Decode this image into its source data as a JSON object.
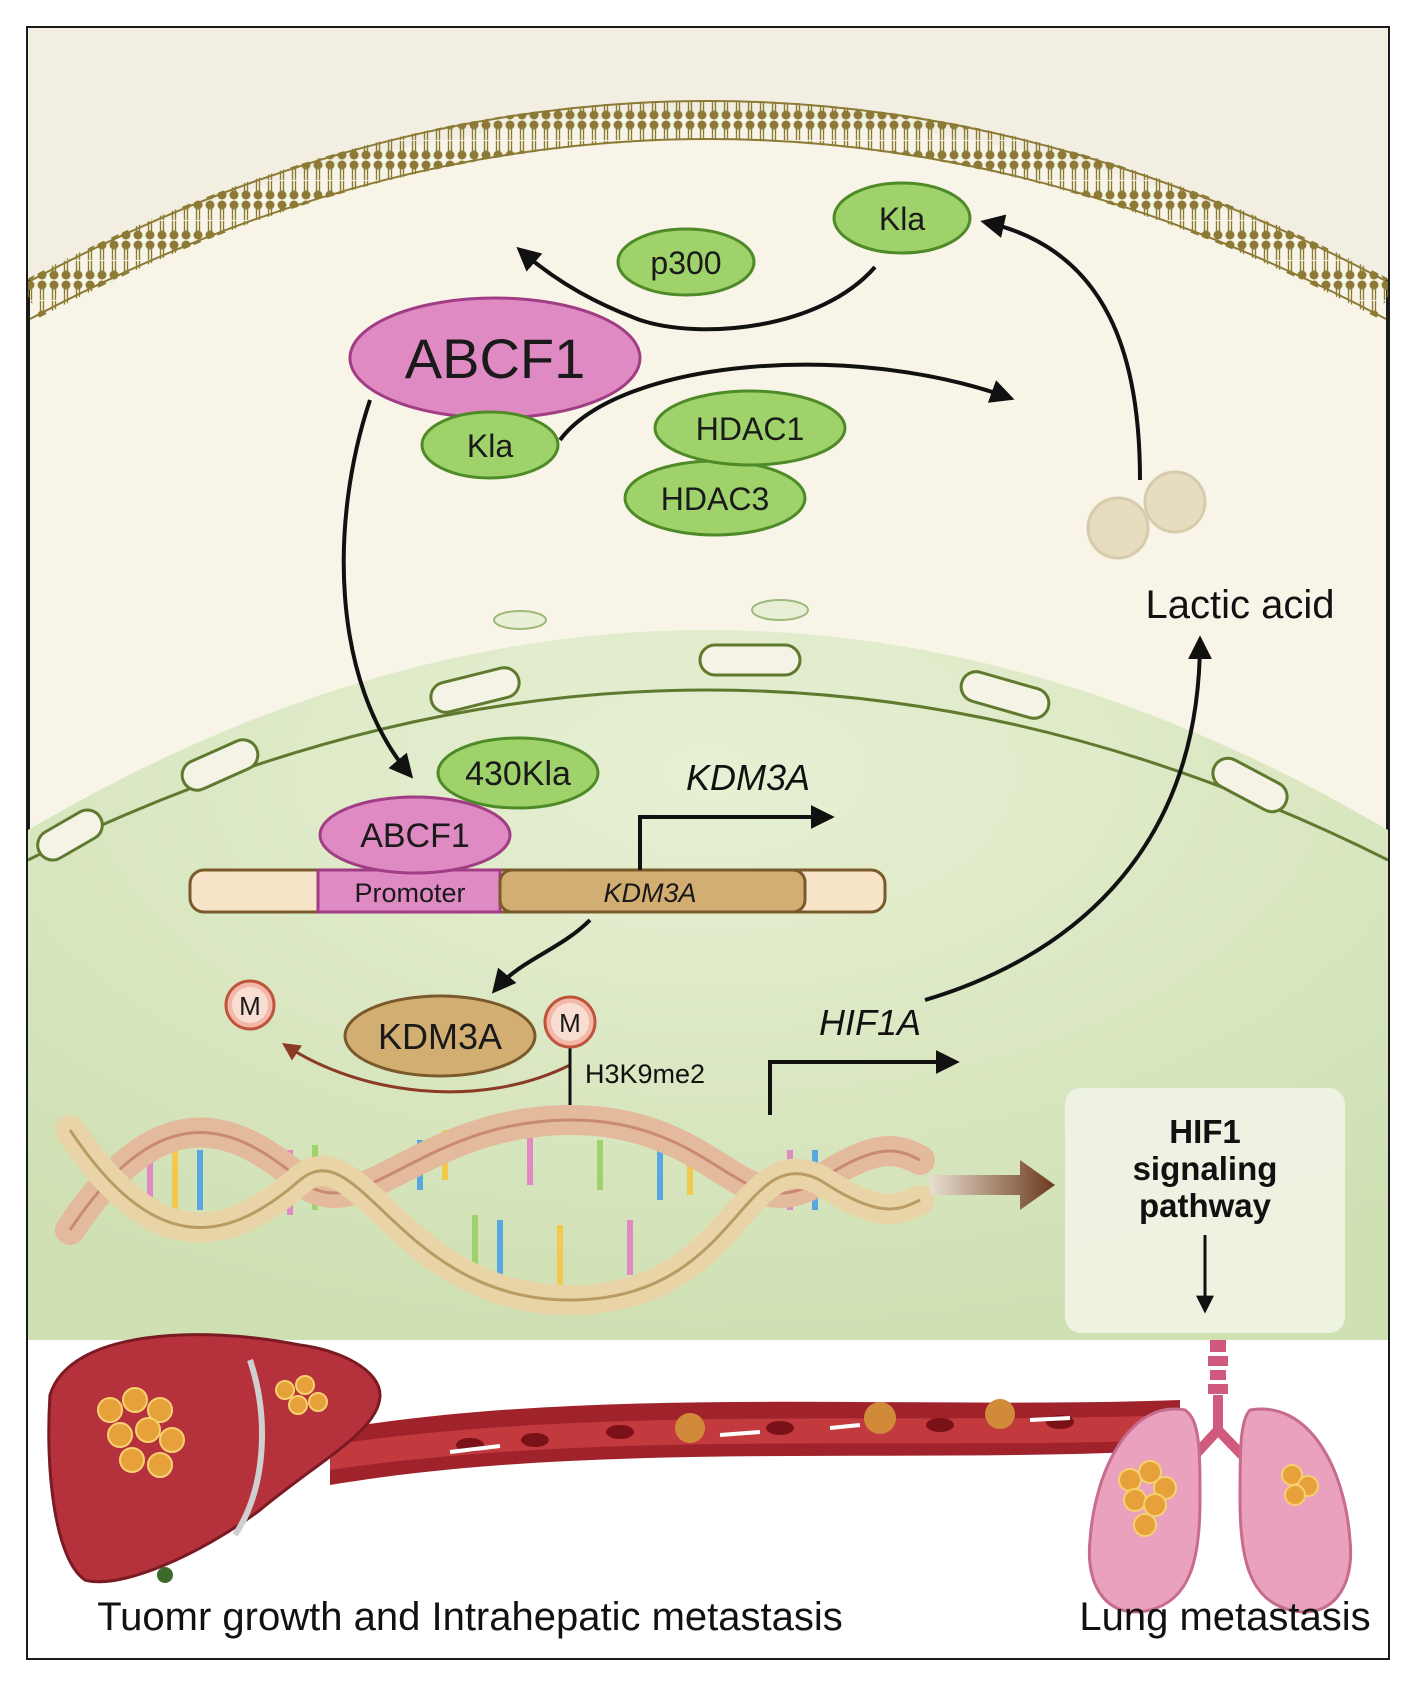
{
  "cytoplasm": {
    "kla_top": "Kla",
    "p300": "p300",
    "abcf1": "ABCF1",
    "kla_bound": "Kla",
    "hdac1": "HDAC1",
    "hdac3": "HDAC3",
    "lactic_acid": "Lactic acid"
  },
  "nucleus": {
    "kla_430": "430Kla",
    "abcf1_small": "ABCF1",
    "promoter": "Promoter",
    "gene_label": "KDM3A",
    "kdm3a_transcript": "KDM3A",
    "kdm3a_protein": "KDM3A",
    "methyl_free": "M",
    "methyl_bound": "M",
    "h3k9me2": "H3K9me2",
    "hif1a": "HIF1A"
  },
  "pathway": {
    "line1": "HIF1",
    "line2": "signaling",
    "line3": "pathway"
  },
  "captions": {
    "left": "Tuomr growth and Intrahepatic metastasis",
    "right": "Lung metastasis"
  },
  "colors": {
    "cell_bg": "#f8f5e8",
    "nucleus_fill": "#d9e7c3",
    "green_blob": "#9fd26a",
    "pink_blob": "#e08ac4",
    "tan_blob": "#d2ae72",
    "vessel": "#a0232c",
    "liver": "#b5323c",
    "lung": "#e9a1bd"
  }
}
